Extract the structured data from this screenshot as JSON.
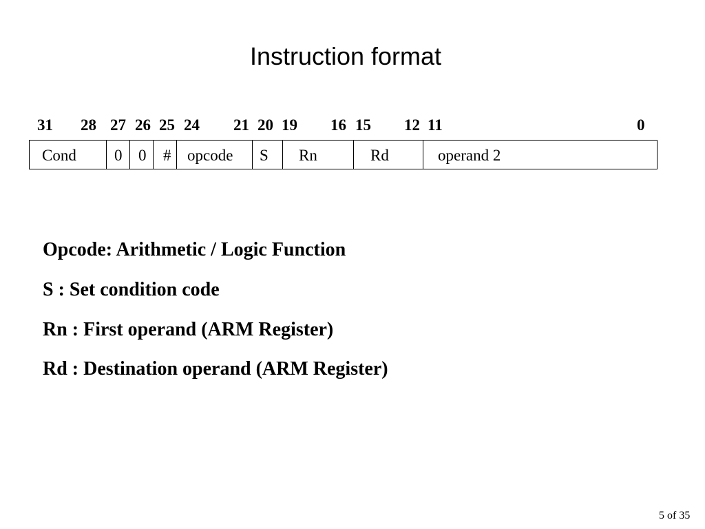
{
  "slide": {
    "title": "Instruction format",
    "page_number": "5 of 35"
  },
  "bit_positions": [
    "31",
    "28",
    "27",
    "26",
    "25",
    "24",
    "21",
    "20",
    "19",
    "16",
    "15",
    "12",
    "11",
    "0"
  ],
  "fields": [
    "Cond",
    "0",
    "0",
    "#",
    "opcode",
    "S",
    "Rn",
    "Rd",
    "operand 2"
  ],
  "definitions": [
    "Opcode: Arithmetic / Logic Function",
    "S : Set condition code",
    "Rn : First operand (ARM Register)",
    "Rd : Destination operand (ARM Register)"
  ]
}
